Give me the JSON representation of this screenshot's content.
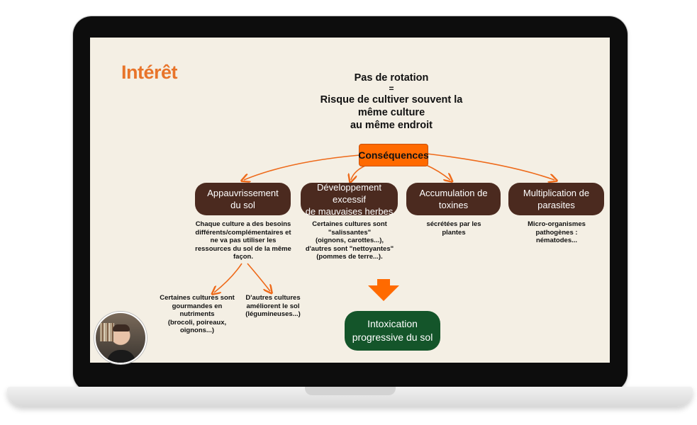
{
  "slide": {
    "title": "Intérêt",
    "heading_lines": [
      "Pas de rotation",
      "=",
      "Risque de cultiver souvent la",
      "même culture",
      "au même endroit"
    ],
    "consequences_label": "Conséquences",
    "boxes": [
      {
        "lines": [
          "Appauvrissement",
          "du sol"
        ]
      },
      {
        "lines": [
          "Développement excessif",
          "de mauvaises herbes"
        ]
      },
      {
        "lines": [
          "Accumulation de",
          "toxines"
        ]
      },
      {
        "lines": [
          "Multiplication de",
          "parasites"
        ]
      }
    ],
    "descriptions": [
      {
        "lines": [
          "Chaque culture a des besoins",
          "différents/complémentaires et",
          "ne va pas utiliser les",
          "ressources du sol de la même",
          "façon."
        ]
      },
      {
        "lines": [
          "Certaines cultures sont",
          "\"salissantes\"",
          "(oignons, carottes...),",
          "d'autres sont \"nettoyantes\"",
          "(pommes de terre...)."
        ]
      },
      {
        "lines": [
          "sécrétées par les",
          "plantes"
        ]
      },
      {
        "lines": [
          "Micro-organismes",
          "pathogènes :",
          "nématodes..."
        ]
      }
    ],
    "sub_descriptions": [
      {
        "lines": [
          "Certaines cultures sont",
          "gourmandes en",
          "nutriments",
          "(brocoli, poireaux,",
          "oignons...)"
        ]
      },
      {
        "lines": [
          "D'autres cultures",
          "améliorent le sol",
          "(légumineuses...)"
        ]
      }
    ],
    "result_lines": [
      "Intoxication",
      "progressive du sol"
    ]
  },
  "colors": {
    "accent": "#e8742a",
    "box_brown": "#4b2a1f",
    "result_green": "#14552a",
    "arrow_orange": "#ee6a1a",
    "slide_bg": "#f4efe4"
  },
  "icons": [
    "webcam-presenter"
  ]
}
